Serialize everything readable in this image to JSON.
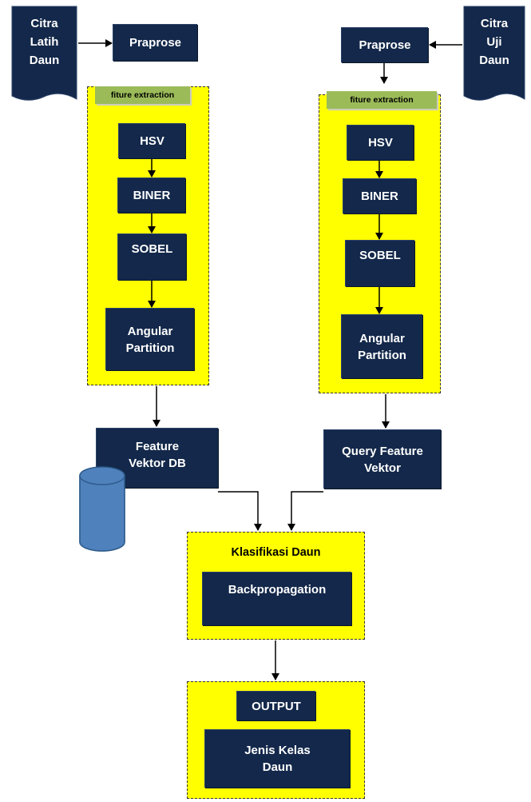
{
  "left_branch": {
    "input_doc": [
      "Citra",
      "Latih",
      "Daun"
    ],
    "praprose": "Praprose",
    "extraction_tab": "fiture extraction",
    "steps": [
      "HSV",
      "BINER",
      "SOBEL",
      "Angular Partition"
    ],
    "feature_db": "Feature Vektor DB"
  },
  "right_branch": {
    "input_doc": [
      "Citra",
      "Uji",
      "Daun"
    ],
    "praprose": "Praprose",
    "extraction_tab": "fiture extraction",
    "steps": [
      "HSV",
      "BINER",
      "SOBEL",
      "Angular Partition"
    ],
    "query_vector": "Query Feature Vektor"
  },
  "classification": {
    "title": "Klasifikasi Daun",
    "method": "Backpropagation"
  },
  "output": {
    "title": "OUTPUT",
    "result": "Jenis Kelas Daun"
  },
  "colors": {
    "node_fill": "#13284a",
    "group_fill": "#ffff00",
    "tab_fill": "#9bbb59",
    "database_fill": "#4f81bd",
    "connector": "#000000"
  },
  "icons": {
    "database": "database-cylinder-icon",
    "document": "document-wavy-icon"
  }
}
